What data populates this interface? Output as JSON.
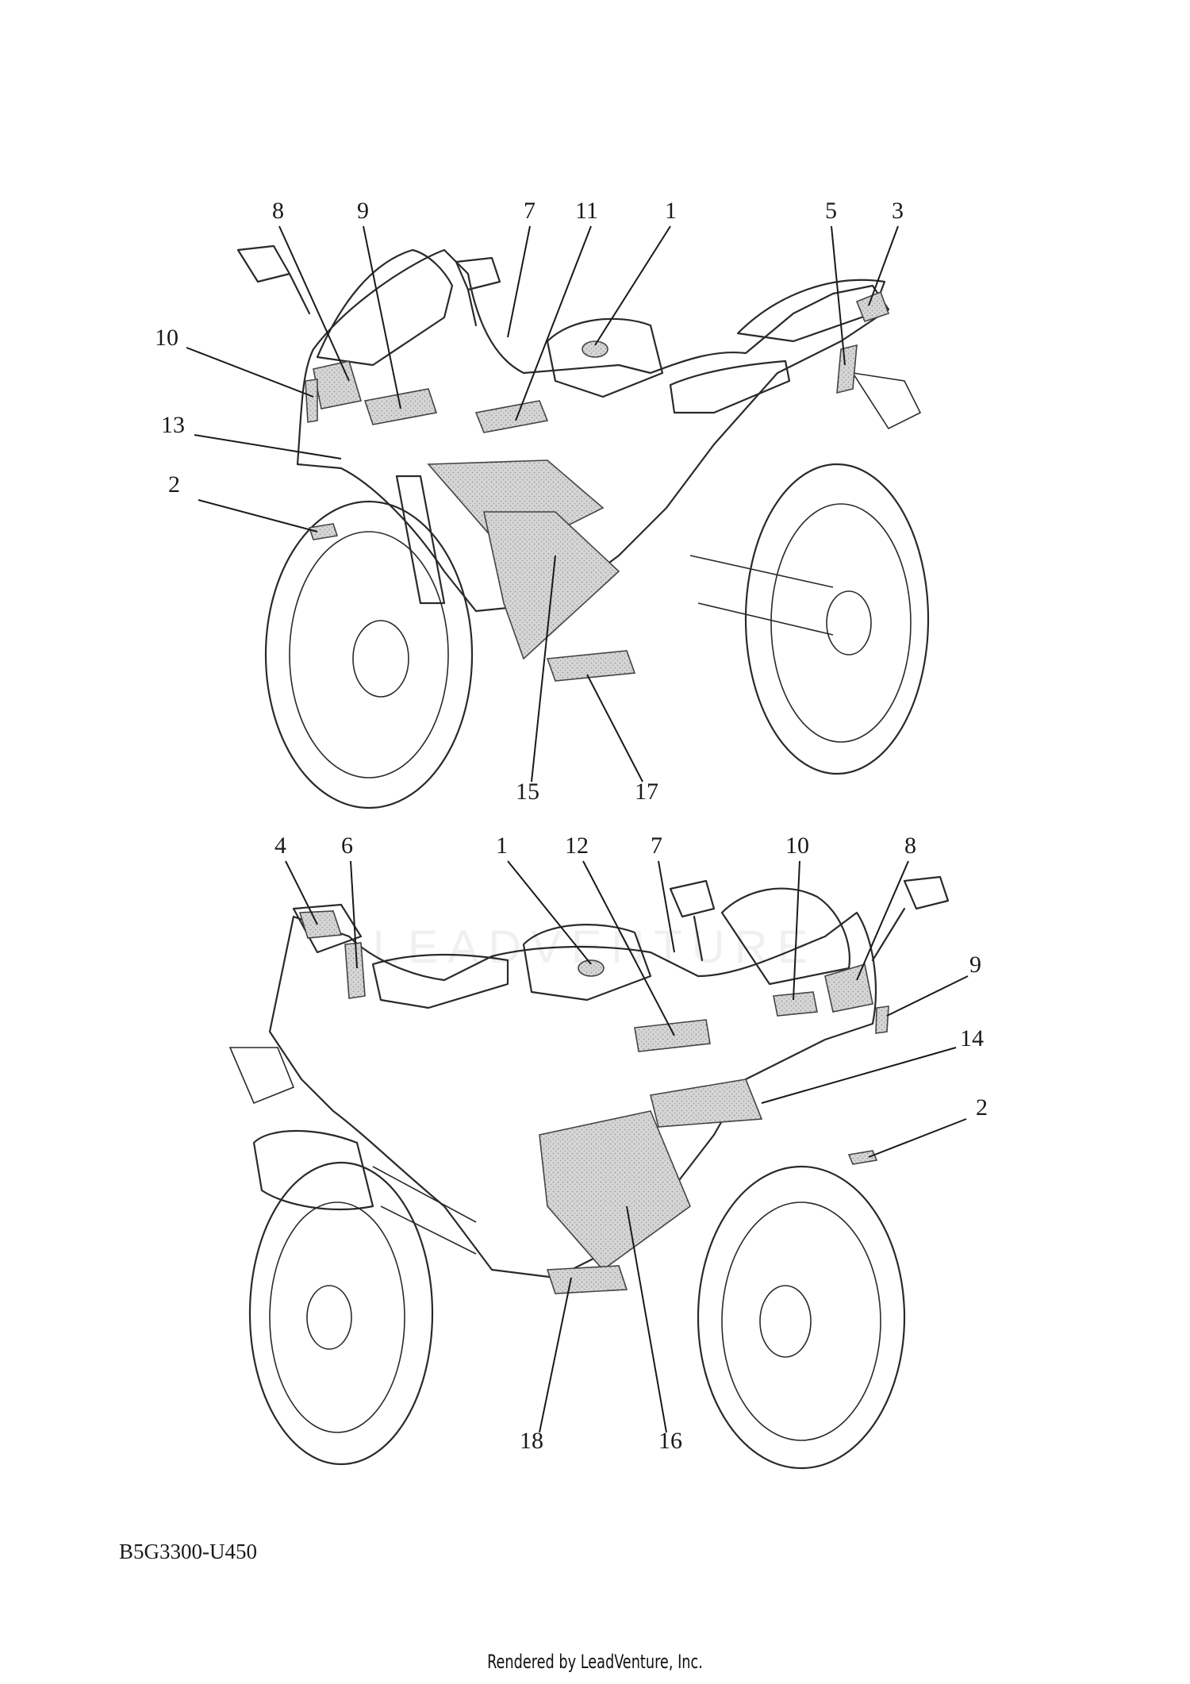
{
  "figure": {
    "top_view_callouts": [
      "8",
      "9",
      "7",
      "11",
      "1",
      "5",
      "3",
      "10",
      "13",
      "2",
      "15",
      "17"
    ],
    "bottom_view_callouts": [
      "4",
      "6",
      "1",
      "12",
      "7",
      "10",
      "8",
      "9",
      "14",
      "2",
      "18",
      "16"
    ]
  },
  "part_code": "B5G3300-U450",
  "watermark": "LEADVENTURE",
  "footer": "Rendered by LeadVenture, Inc."
}
